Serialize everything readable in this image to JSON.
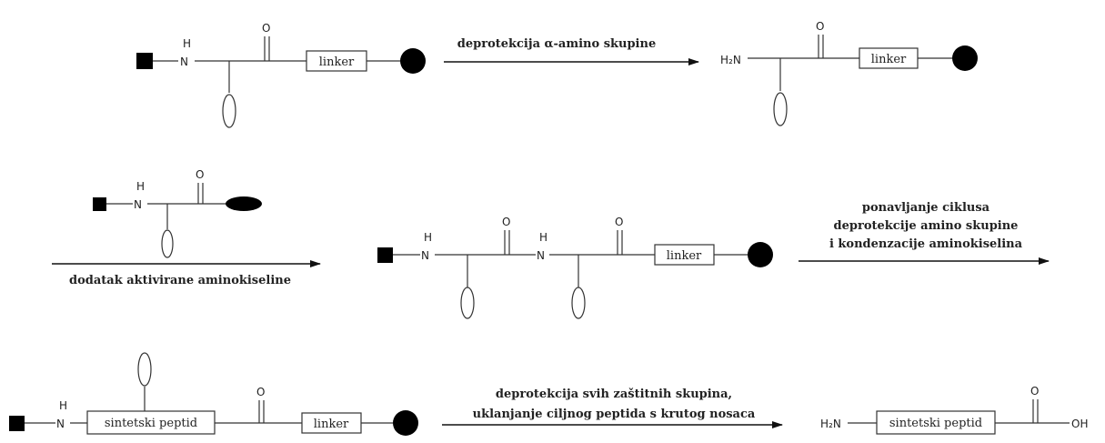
{
  "atoms": {
    "n": "N",
    "h": "H",
    "o": "O",
    "oh": "OH",
    "h2n": "H₂N"
  },
  "boxes": {
    "linker": "linker",
    "synthetic_peptide": "sintetski peptid"
  },
  "captions": {
    "step1": "deprotekcija α-amino skupine",
    "step2": "dodatak aktivirane aminokiseline",
    "step3_line1": "ponavljanje ciklusa",
    "step3_line2": "deprotekcije amino skupine",
    "step3_line3": "i kondenzacije aminokiselina",
    "step4_line1": "deprotekcija svih zaštitnih skupina,",
    "step4_line2": "uklanjanje ciljnog peptida s krutog nosaca"
  },
  "colors": {
    "bond": "#333333",
    "solid": "#000000",
    "text": "#222222"
  },
  "shapes": {
    "protecting_group": "filled-square",
    "solid_support": "filled-circle",
    "activating_group": "filled-ellipse",
    "side_chain": "open-ellipse"
  }
}
